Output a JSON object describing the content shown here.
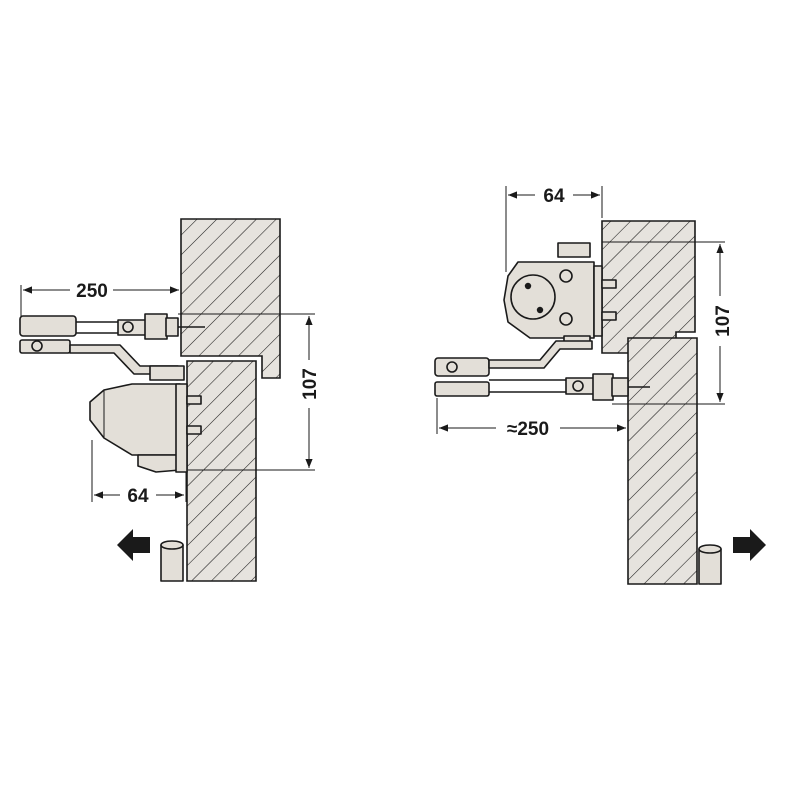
{
  "left_view": {
    "dim_arm_length": "250",
    "dim_depth": "64",
    "dim_height": "107"
  },
  "right_view": {
    "dim_depth": "64",
    "dim_height": "107",
    "dim_arm_length": "≈250"
  },
  "colors": {
    "line": "#1a1a1a",
    "part_fill": "#e3dfd8",
    "hatch_fill": "#e6e3de"
  }
}
